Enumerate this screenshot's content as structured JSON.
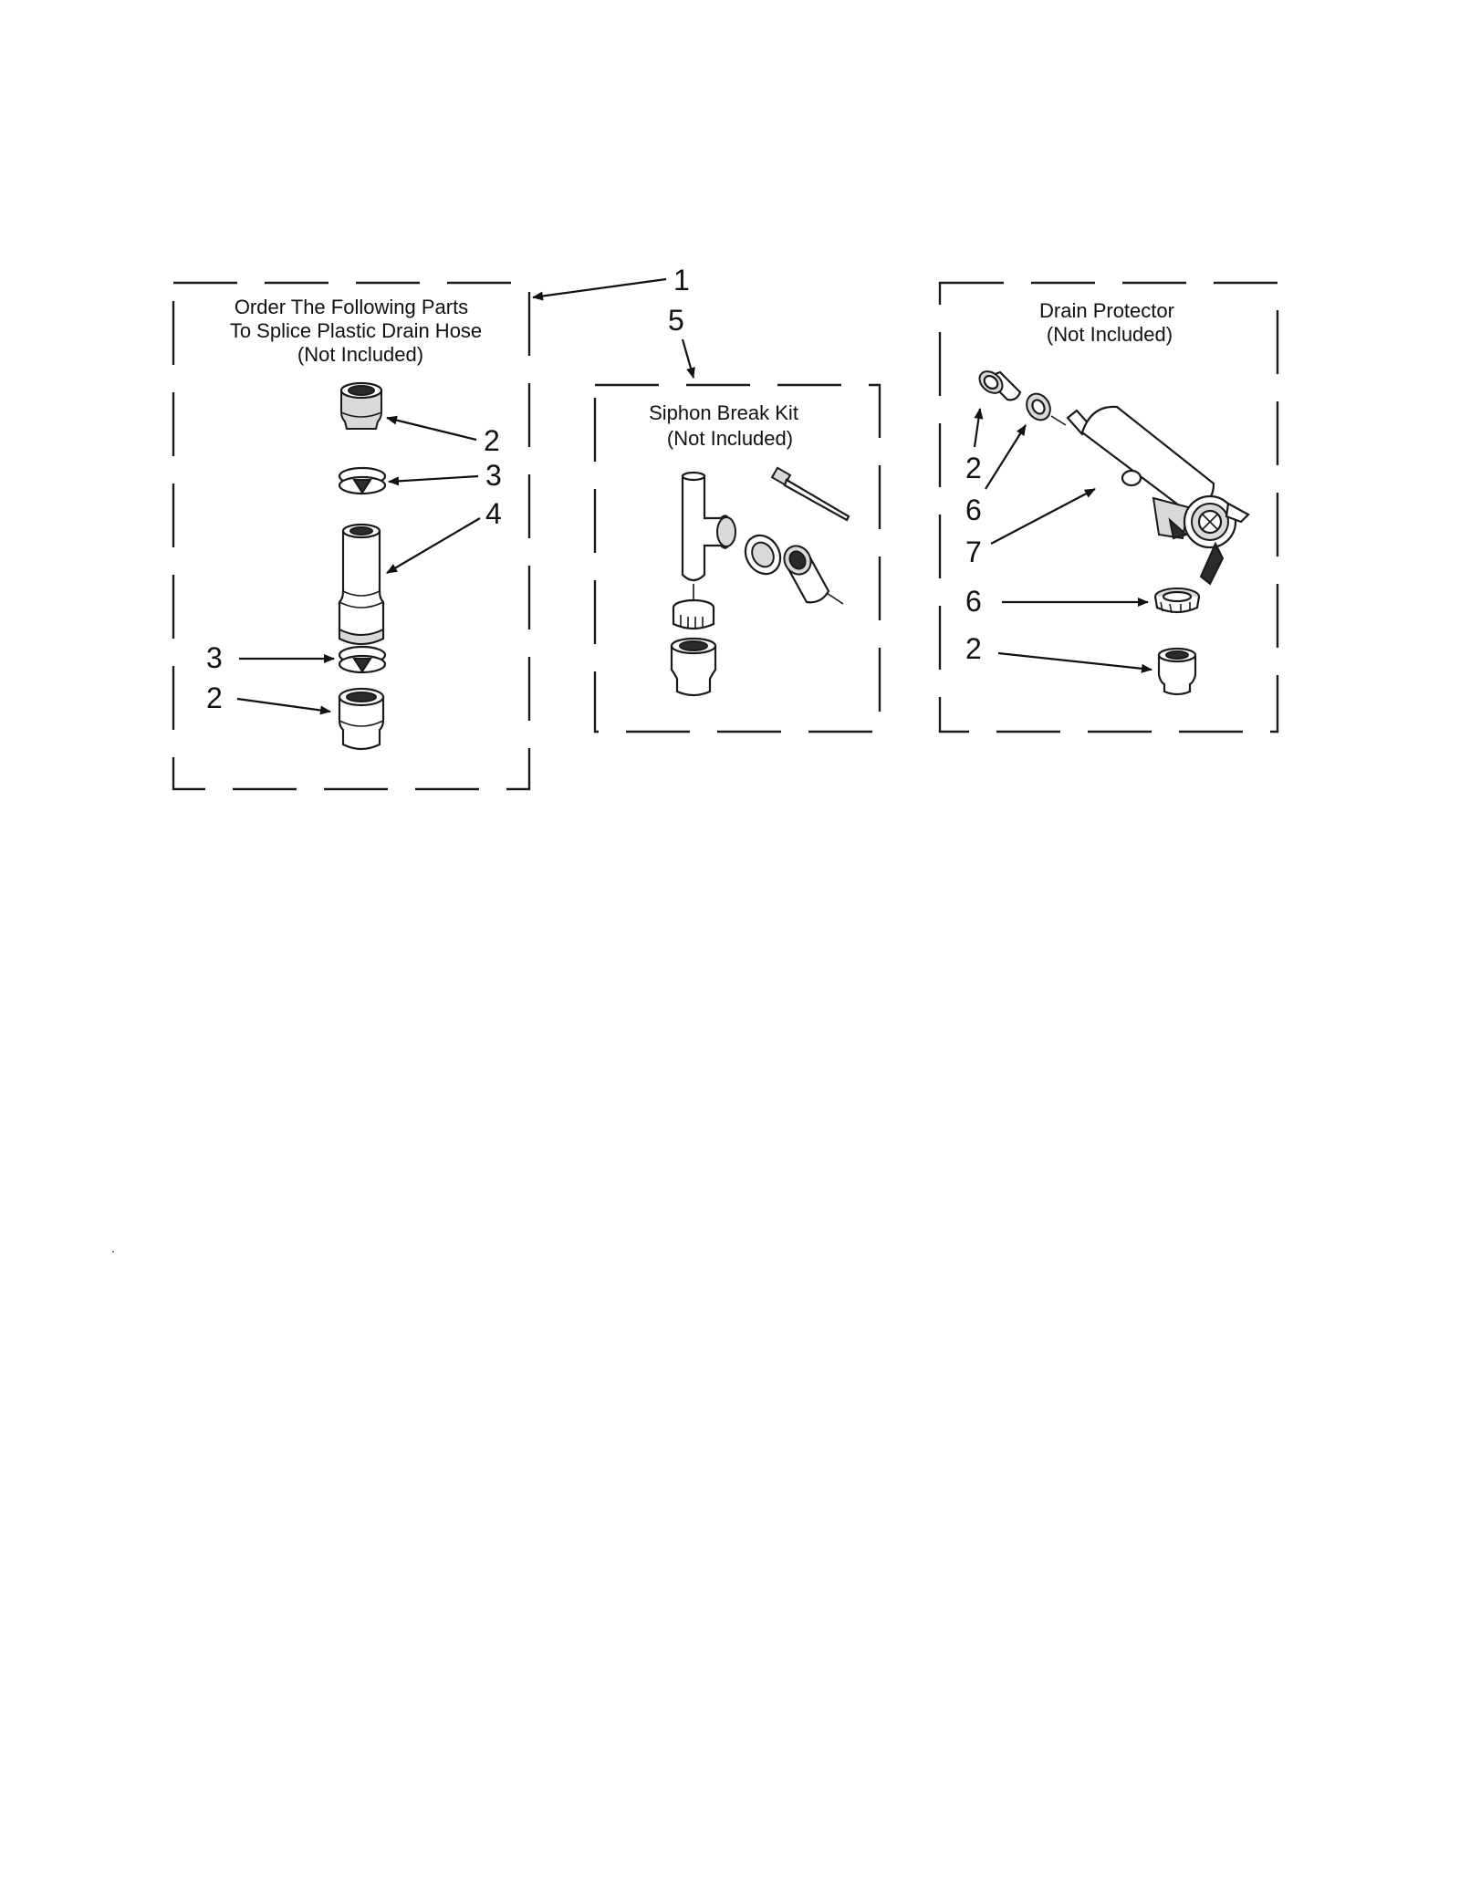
{
  "boxes": {
    "splice": {
      "title_lines": [
        "Order The Following Parts",
        "To Splice Plastic Drain Hose",
        "(Not Included)"
      ]
    },
    "siphon": {
      "title_lines": [
        "Siphon Break Kit",
        "(Not Included)"
      ]
    },
    "drain": {
      "title_lines": [
        "Drain Protector",
        "(Not Included)"
      ]
    }
  },
  "callouts": {
    "c1": "1",
    "c5": "5",
    "splice_2_top": "2",
    "splice_3_top": "3",
    "splice_4": "4",
    "splice_3_bottom": "3",
    "splice_2_bottom": "2",
    "drain_2_top": "2",
    "drain_6_top": "6",
    "drain_7": "7",
    "drain_6_bottom": "6",
    "drain_2_bottom": "2"
  },
  "colors": {
    "line": "#1a1a1a",
    "shade": "#d9d9d9",
    "background": "#ffffff"
  }
}
